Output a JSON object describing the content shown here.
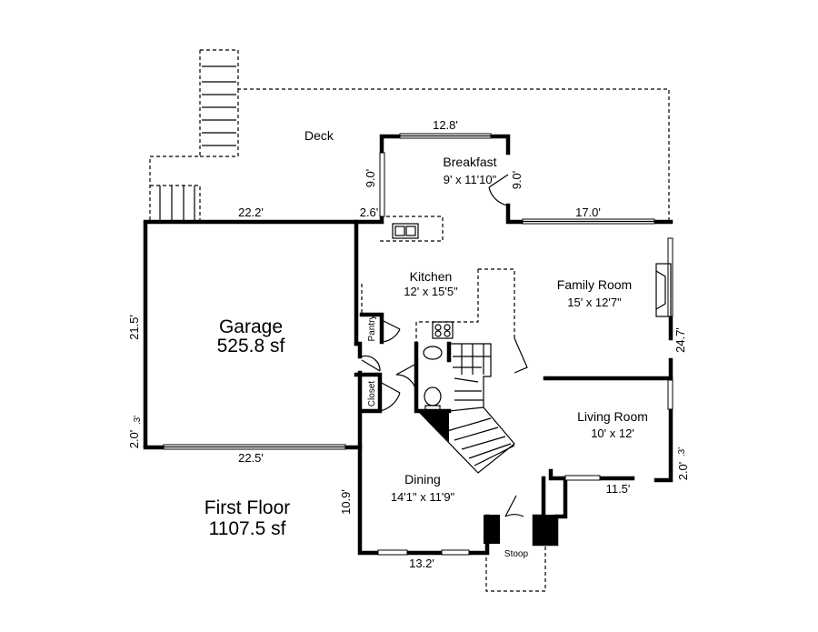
{
  "floor": {
    "name": "First Floor",
    "area": "1107.5 sf"
  },
  "rooms": {
    "deck": {
      "name": "Deck"
    },
    "breakfast": {
      "name": "Breakfast",
      "size": "9' x 11'10\""
    },
    "kitchen": {
      "name": "Kitchen",
      "size": "12' x 15'5\""
    },
    "family_room": {
      "name": "Family Room",
      "size": "15' x 12'7\""
    },
    "garage": {
      "name": "Garage",
      "area": "525.8 sf"
    },
    "pantry": {
      "name": "Pantry"
    },
    "closet": {
      "name": "Closet"
    },
    "living_room": {
      "name": "Living Room",
      "size": "10' x 12'"
    },
    "dining": {
      "name": "Dining",
      "size": "14'1\" x 11'9\""
    },
    "stoop": {
      "name": "Stoop"
    }
  },
  "dimensions": {
    "breakfast_top": "12.8'",
    "breakfast_left": "9.0'",
    "breakfast_right": "9.0'",
    "garage_top": "22.2'",
    "kitchen_top": "2.6'",
    "family_top": "17.0'",
    "garage_left": "21.5'",
    "garage_left_small": ".3'",
    "garage_left_bottom": "2.0'",
    "garage_bottom": "22.5'",
    "family_right": "24.7'",
    "living_right_small": ".3'",
    "living_right_bottom": "2.0'",
    "living_bottom": "11.5'",
    "dining_left": "10.9'",
    "dining_bottom": "13.2'"
  },
  "colors": {
    "wall": "#000000",
    "background": "#ffffff"
  }
}
